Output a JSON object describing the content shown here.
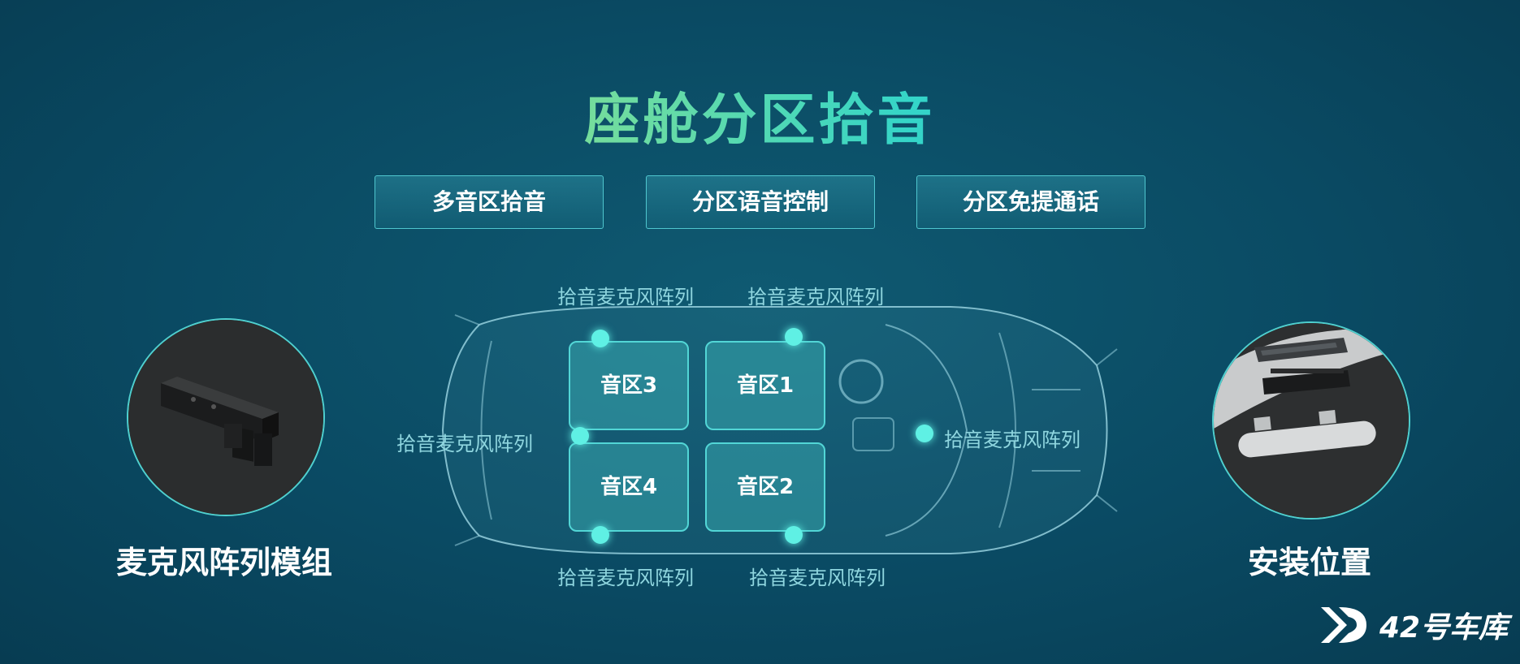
{
  "title": "座舱分区拾音",
  "tabs": [
    {
      "label": "多音区拾音"
    },
    {
      "label": "分区语音控制"
    },
    {
      "label": "分区免提通话"
    }
  ],
  "left_panel": {
    "label": "麦克风阵列模组"
  },
  "right_panel": {
    "label": "安装位置"
  },
  "mic_labels": {
    "top_left": "拾音麦克风阵列",
    "top_right": "拾音麦克风阵列",
    "middle_left": "拾音麦克风阵列",
    "middle_right": "拾音麦克风阵列",
    "bottom_left": "拾音麦克风阵列",
    "bottom_right": "拾音麦克风阵列"
  },
  "zones": [
    {
      "label": "音区3"
    },
    {
      "label": "音区1"
    },
    {
      "label": "音区4"
    },
    {
      "label": "音区2"
    }
  ],
  "watermark": {
    "text": "42号车库"
  },
  "colors": {
    "background": "#0a4a63",
    "accent": "#5ff0e4",
    "zone_fill": "#46c8c8"
  }
}
